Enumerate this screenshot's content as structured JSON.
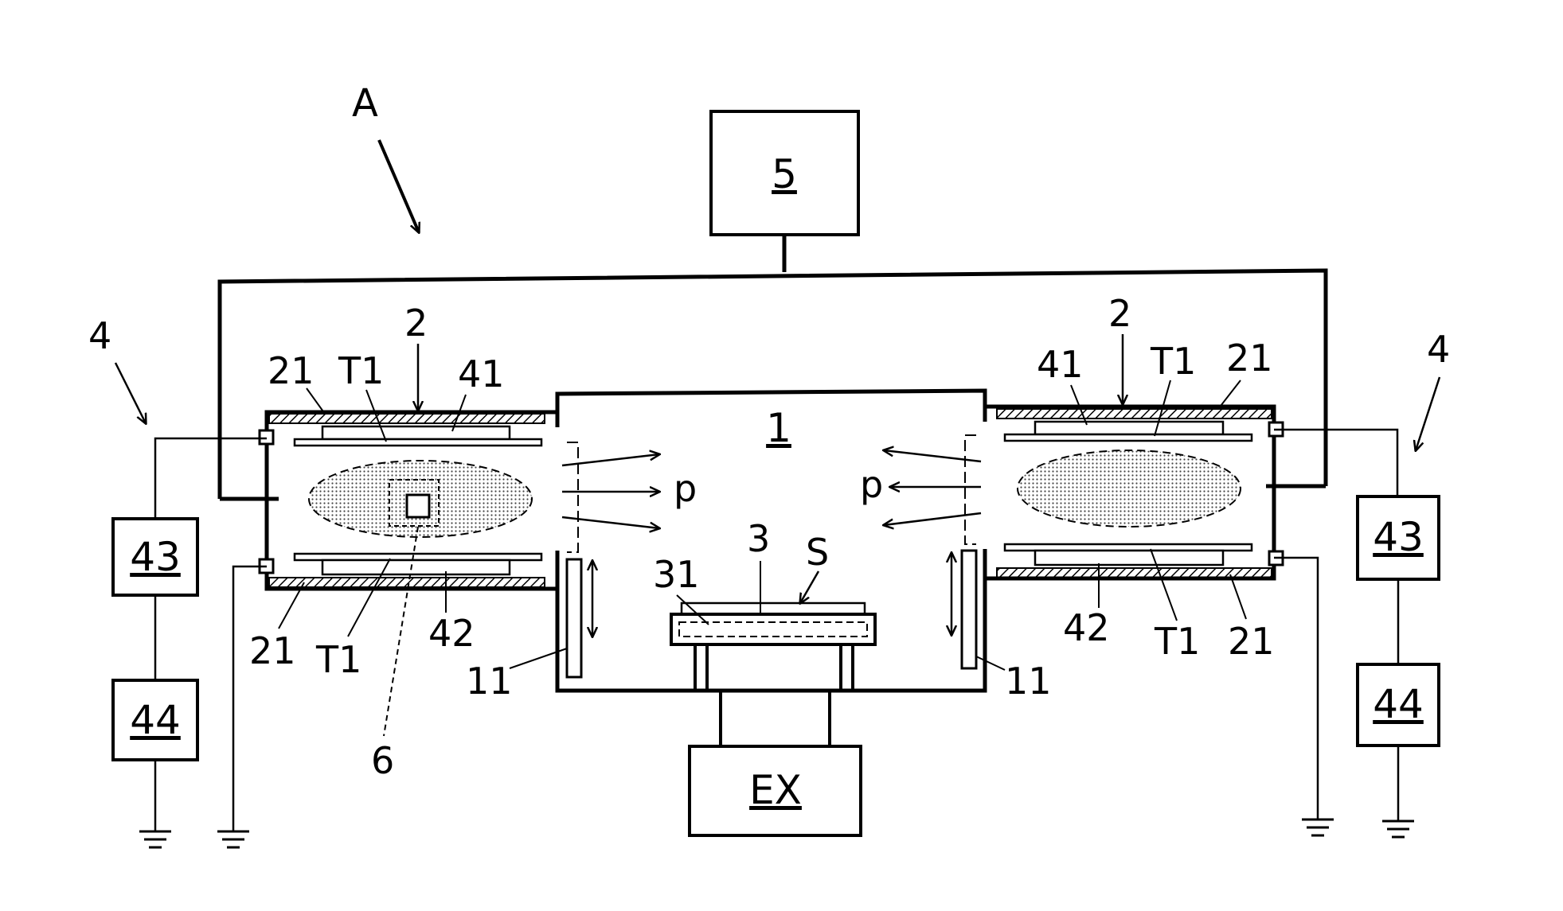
{
  "figure": {
    "labels": {
      "apparatus": "A",
      "chamber": "1",
      "plasma_chamber": "2",
      "holder": "3",
      "heater": "31",
      "substrate": "S",
      "antenna_unit": "4",
      "electrode": "21",
      "target": "T1",
      "magnet_upper": "41",
      "magnet_lower": "42",
      "power_supply": "5",
      "matching_box": "43",
      "rf_source": "44",
      "exhaust": "EX",
      "shutter": "11",
      "particles": "p",
      "probe": "6"
    }
  }
}
